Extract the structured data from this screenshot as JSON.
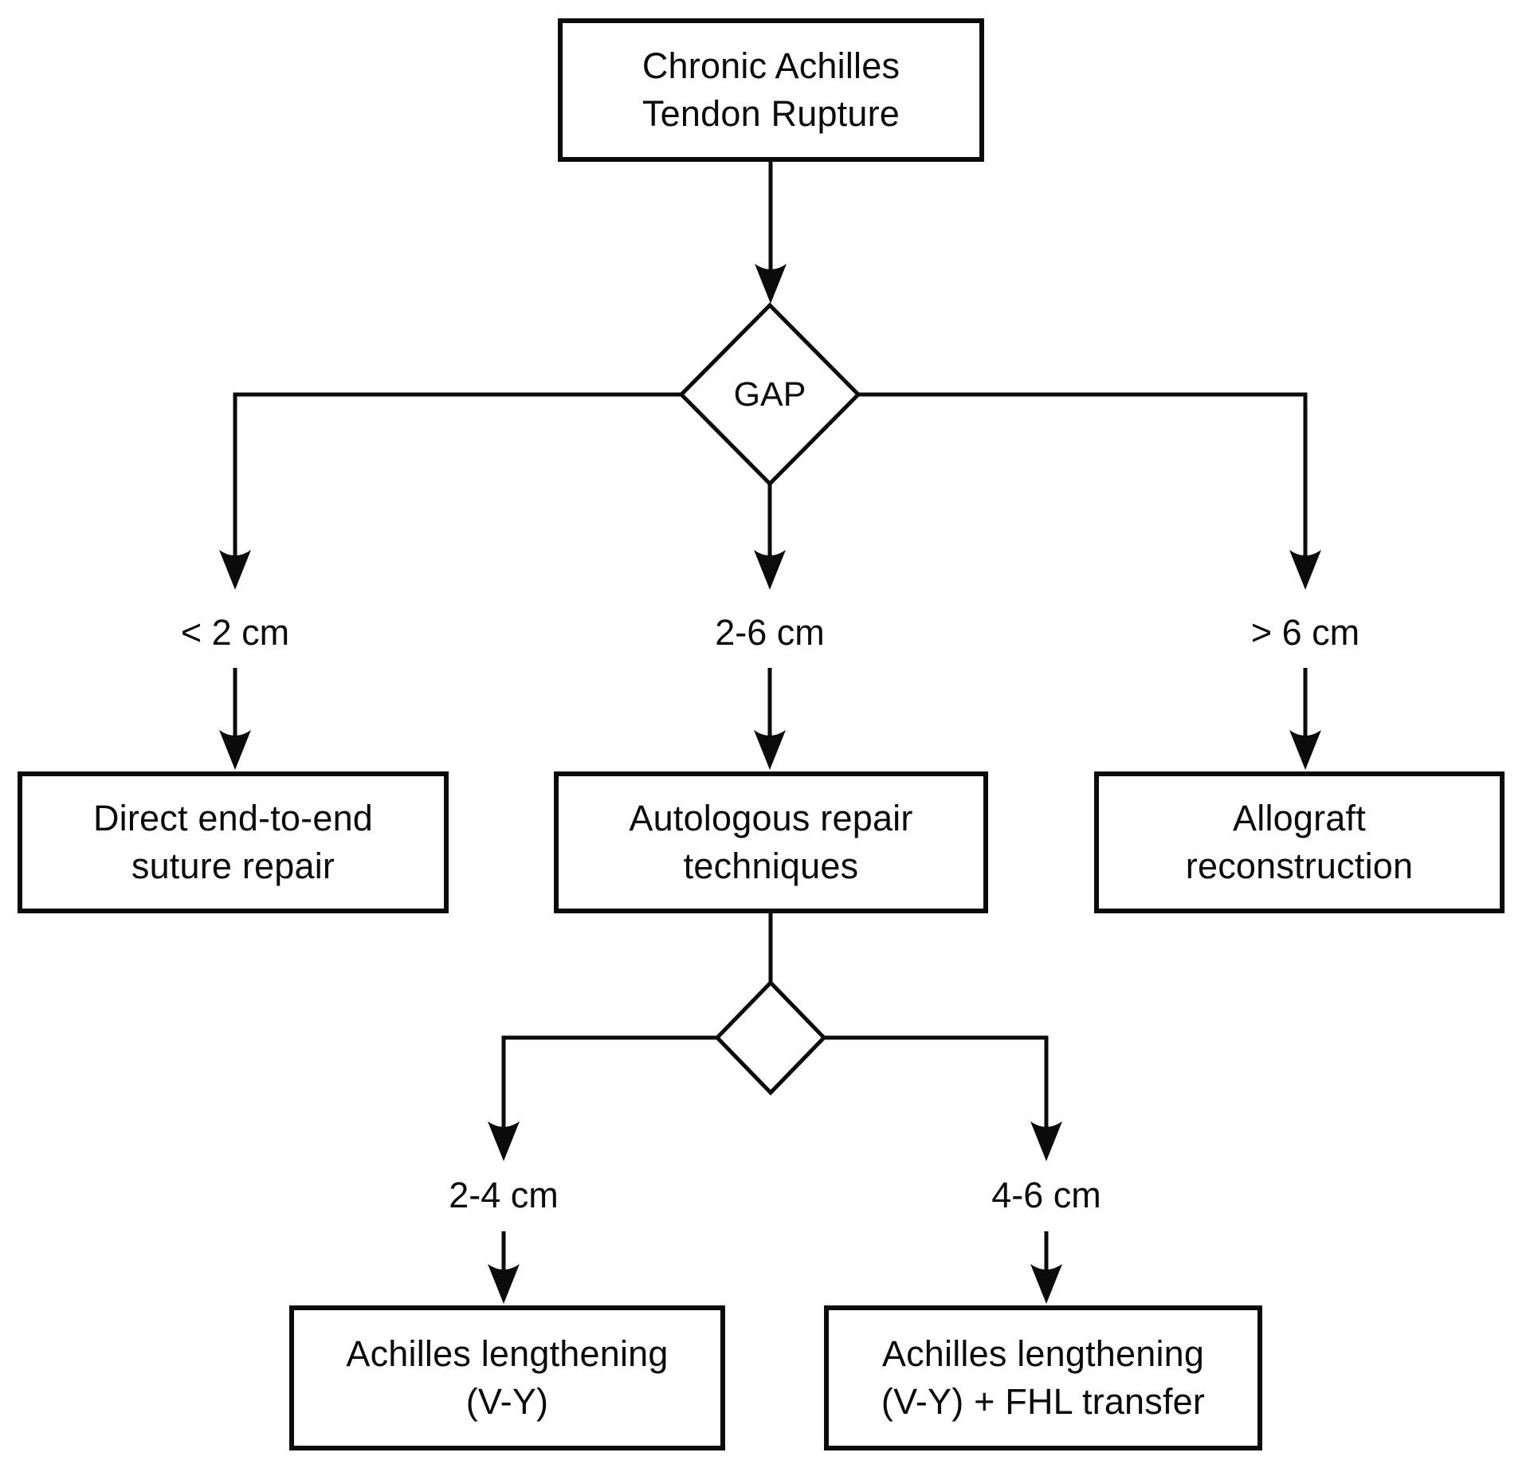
{
  "diagram": {
    "type": "flowchart",
    "title": "Chronic Achilles Tendon Rupture treatment algorithm",
    "nodes": {
      "root": {
        "text": "Chronic Achilles\nTendon Rupture",
        "shape": "rectangle"
      },
      "gap": {
        "text": "GAP",
        "shape": "decision-diamond"
      },
      "sub_gap": {
        "text": "",
        "shape": "decision-diamond"
      },
      "direct": {
        "text": "Direct end-to-end\nsuture repair",
        "shape": "rectangle"
      },
      "autologous": {
        "text": "Autologous repair\ntechniques",
        "shape": "rectangle"
      },
      "allograft": {
        "text": "Allograft\nreconstruction",
        "shape": "rectangle"
      },
      "vy": {
        "text": "Achilles lengthening\n(V-Y)",
        "shape": "rectangle"
      },
      "vy_fhl": {
        "text": "Achilles lengthening\n(V-Y) + FHL transfer",
        "shape": "rectangle"
      }
    },
    "branch_labels": {
      "lt2cm": "< 2 cm",
      "cm2to6": "2-6 cm",
      "gt6cm": "> 6 cm",
      "cm2to4": "2-4 cm",
      "cm4to6": "4-6 cm"
    },
    "edges": [
      {
        "from": "root",
        "to": "gap"
      },
      {
        "from": "gap",
        "label": "< 2 cm",
        "to": "direct"
      },
      {
        "from": "gap",
        "label": "2-6 cm",
        "to": "autologous"
      },
      {
        "from": "gap",
        "label": "> 6 cm",
        "to": "allograft"
      },
      {
        "from": "autologous",
        "to": "sub_gap"
      },
      {
        "from": "sub_gap",
        "label": "2-4 cm",
        "to": "vy"
      },
      {
        "from": "sub_gap",
        "label": "4-6 cm",
        "to": "vy_fhl"
      }
    ],
    "colors": {
      "line": "#0b0b0b",
      "text": "#0b0b0b",
      "background": "#ffffff"
    }
  }
}
